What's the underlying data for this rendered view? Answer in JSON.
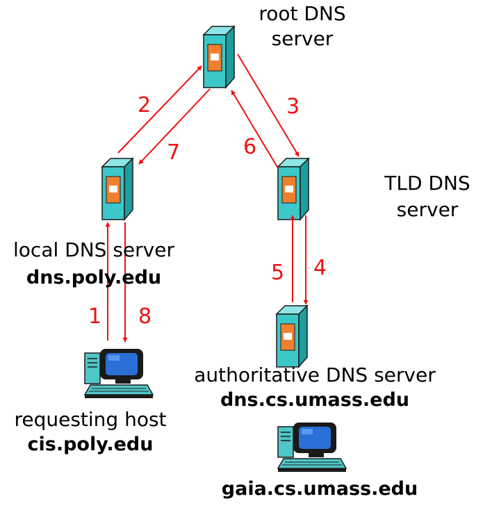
{
  "colors": {
    "arrow": "#ee1111",
    "server_face": "#3cc8c8",
    "server_side": "#1e9e9e",
    "server_top": "#8ee6e6",
    "server_slot": "#f08030",
    "monitor_screen": "#2a6fd6",
    "computer_dark": "#1a1a1a",
    "computer_light": "#4fc6c8"
  },
  "servers": {
    "root": {
      "name_line1": "root DNS",
      "name_line2": "server",
      "icon": "server-icon"
    },
    "tld": {
      "name_line1": "TLD DNS",
      "name_line2": "server",
      "icon": "server-icon"
    },
    "local": {
      "name": "local DNS server",
      "hostname": "dns.poly.edu",
      "icon": "server-icon"
    },
    "authoritative": {
      "name": "authoritative DNS server",
      "hostname": "dns.cs.umass.edu",
      "icon": "server-icon"
    }
  },
  "hosts": {
    "requesting": {
      "name": "requesting host",
      "hostname": "cis.poly.edu",
      "icon": "desktop-computer-icon"
    },
    "target": {
      "hostname": "gaia.cs.umass.edu",
      "icon": "desktop-computer-icon"
    }
  },
  "steps": [
    {
      "number": "1",
      "from": "requesting",
      "to": "local"
    },
    {
      "number": "2",
      "from": "local",
      "to": "root"
    },
    {
      "number": "3",
      "from": "root",
      "to": "tld"
    },
    {
      "number": "4",
      "from": "tld",
      "to": "authoritative"
    },
    {
      "number": "5",
      "from": "authoritative",
      "to": "tld"
    },
    {
      "number": "6",
      "from": "tld",
      "to": "root"
    },
    {
      "number": "7",
      "from": "root",
      "to": "local"
    },
    {
      "number": "8",
      "from": "local",
      "to": "requesting"
    }
  ]
}
